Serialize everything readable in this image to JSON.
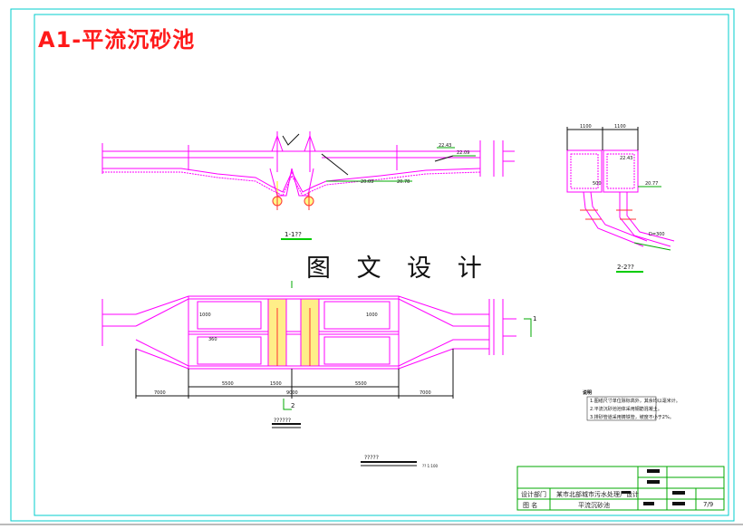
{
  "sheet": {
    "title": "A1-平流沉砂池",
    "watermark": "图 文 设 计"
  },
  "drawing": {
    "section_1_label": "1-1??",
    "section_2_label": "2-2??",
    "plan_label": "??????",
    "scale_label": "?????",
    "scale_note": "?? 1:100",
    "section_mark_1": "1",
    "section_mark_2": "2",
    "dims": {
      "plan_total": "9000",
      "plan_left": "7000",
      "plan_right": "7000",
      "plan_mid_left": "5500",
      "plan_mid_right": "5500",
      "plan_pocket": "1500",
      "plan_v1": "1000",
      "plan_v2": "1000",
      "plan_v3": "360",
      "elev_1": "22.43",
      "elev_2": "22.09",
      "elev_3": "20.03",
      "elev_4": "20.78",
      "sec2_w1": "1100",
      "sec2_w2": "1100",
      "sec2_elev": "22.43",
      "sec2_pipe": "D=300",
      "sec2_e2": "500",
      "sec2_e3": "20.77"
    }
  },
  "notes": {
    "heading": "说明",
    "items": [
      "1.图纸尺寸单位除标高外，其余均以毫米计。",
      "2.平流沉砂池池体采用钢筋混凝土。",
      "3.排砂管道采用铸铁管，坡度不小于2%。"
    ]
  },
  "title_block": {
    "dept_label": "设计部门",
    "project_name": "某市北部城市污水处理厂设计",
    "drawing_label": "图 名",
    "drawing_name": "平流沉砂池",
    "sheet_no": "7/9"
  }
}
